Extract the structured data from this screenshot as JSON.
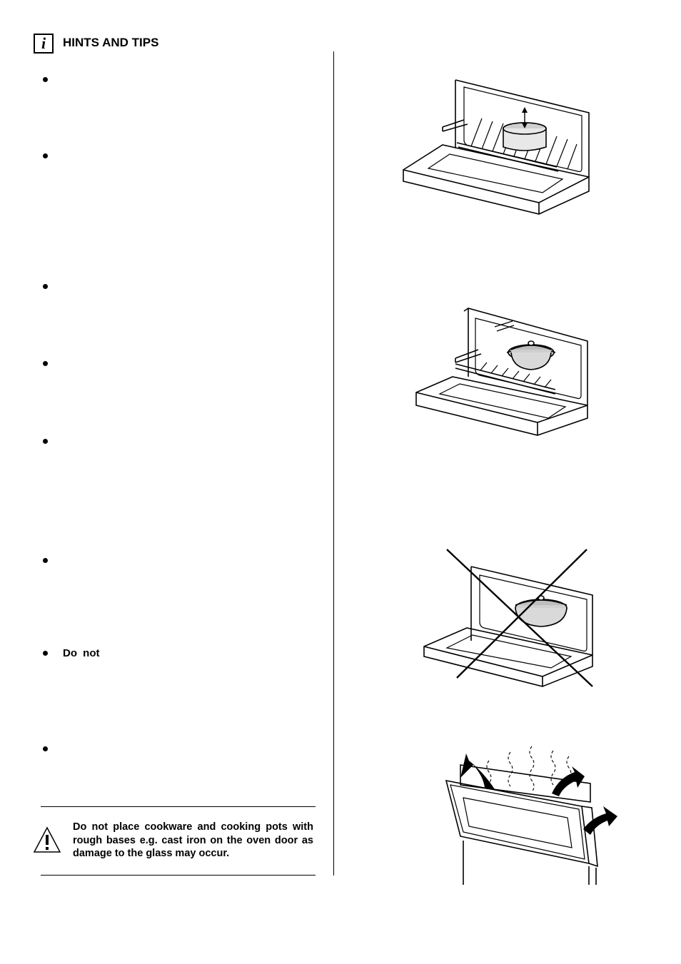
{
  "header": {
    "icon": "info-icon",
    "title": "HINTS AND TIPS"
  },
  "bullets": [
    {
      "text": ""
    },
    {
      "text": ""
    },
    {
      "text": ""
    },
    {
      "text": ""
    },
    {
      "text": ""
    },
    {
      "text": ""
    },
    {
      "text": "Do not"
    },
    {
      "text": ""
    }
  ],
  "warning": {
    "icon": "warning-triangle-icon",
    "text": "Do not place cookware and cooking pots with rough bases e.g. cast iron on the oven door as damage to the glass may occur."
  },
  "figures": [
    {
      "icon": "oven-shelf-pot-clearance-illustration"
    },
    {
      "icon": "oven-shelf-casserole-illustration"
    },
    {
      "icon": "oven-door-casserole-crossed-illustration"
    },
    {
      "icon": "oven-door-steam-release-illustration"
    }
  ]
}
